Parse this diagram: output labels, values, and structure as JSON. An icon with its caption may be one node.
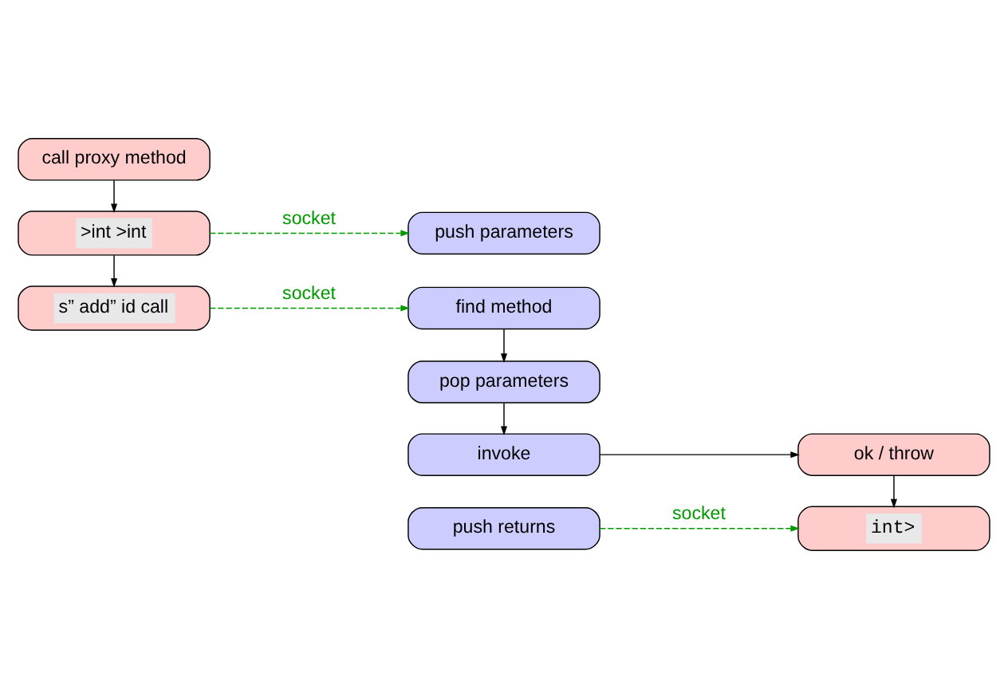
{
  "diagram": {
    "nodes": [
      {
        "text": [
          "call proxy method"
        ]
      },
      {
        "text": [
          ">int >int"
        ]
      },
      {
        "text": [
          "push parameters"
        ]
      },
      {
        "text": [
          "s” add” id call"
        ]
      },
      {
        "text": [
          "find method"
        ]
      },
      {
        "text": [
          "pop parameters"
        ]
      },
      {
        "text": [
          "ok / throw"
        ]
      },
      {
        "text": [
          "invoke"
        ]
      },
      {
        "text": [
          "int>"
        ]
      },
      {
        "text": [
          "push returns"
        ]
      }
    ],
    "edges": [
      {
        "from": 0,
        "to": 1,
        "arrow": "to"
      },
      {
        "from": 1,
        "to": 2,
        "arrow": "to",
        "label": "socket",
        "style": "dashed",
        "color": "#009900"
      },
      {
        "from": 1,
        "to": 3,
        "arrow": "to"
      },
      {
        "from": 3,
        "to": 4,
        "arrow": "to",
        "label": "socket",
        "style": "dashed",
        "color": "#009900"
      },
      {
        "from": 4,
        "to": 5,
        "arrow": "to"
      },
      {
        "from": 5,
        "to": 7,
        "arrow": "to"
      },
      {
        "from": 7,
        "to": 6,
        "arrow": "to"
      },
      {
        "from": 6,
        "to": 8,
        "arrow": "to"
      },
      {
        "from": 9,
        "to": 8,
        "arrow": "to",
        "label": "socket",
        "style": "dashed",
        "color": "#009900"
      }
    ]
  }
}
